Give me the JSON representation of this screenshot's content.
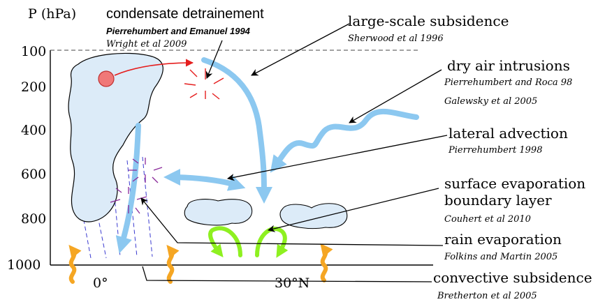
{
  "axis": {
    "ylabel": "P (hPa)",
    "ticks": [
      "100",
      "200",
      "400",
      "600",
      "800",
      "1000"
    ],
    "xticks": [
      "0°",
      "30°N"
    ]
  },
  "labels": {
    "condensate": {
      "title": "condensate detrainement",
      "cite1": "Pierrehumbert and Emanuel 1994",
      "cite2": "Wright et al 2009"
    },
    "subsidence": {
      "title": "large-scale subsidence",
      "cite1": "Sherwood et al 1996"
    },
    "dry_air": {
      "title": "dry air intrusions",
      "cite1": "Pierrehumbert and Roca 98",
      "cite2": "Galewsky et al 2005"
    },
    "lateral": {
      "title": "lateral advection",
      "cite1": "Pierrehumbert 1998"
    },
    "surface": {
      "title1": "surface evaporation",
      "title2": "boundary layer",
      "cite1": "Couhert et al 2010"
    },
    "rain": {
      "title": "rain evaporation",
      "cite1": "Folkins and Martin 2005"
    },
    "convective": {
      "title": "convective subsidence",
      "cite1": "Bretherton et al 2005"
    }
  },
  "colors": {
    "cloud_fill": "#dcebf8",
    "blue_arrow": "#8cc8f0",
    "red": "#e51e1e",
    "droplet": "#f07878",
    "green": "#8ef020",
    "orange": "#f5a623",
    "purple": "#8a2a9a",
    "rain_dash": "#3a3ad0"
  },
  "icons": [
    "cloud-shape",
    "red-droplet-icon",
    "red-burst-icon",
    "purple-burst-icon",
    "wavy-arrow-icon",
    "curved-arrow-icon"
  ]
}
